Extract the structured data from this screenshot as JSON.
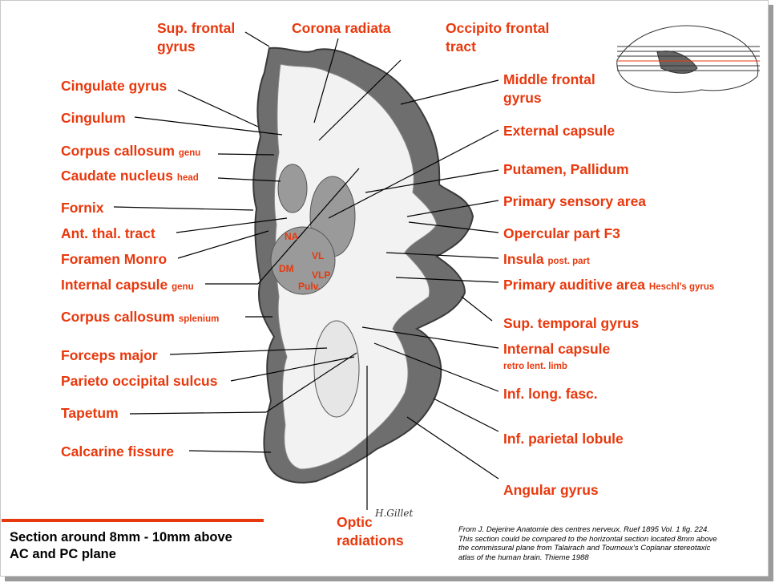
{
  "labels_left": [
    {
      "text": "Sup. frontal",
      "suffix": ""
    },
    {
      "text": "gyrus",
      "suffix": ""
    },
    {
      "text": "Cingulate gyrus",
      "suffix": ""
    },
    {
      "text": "Cingulum",
      "suffix": ""
    },
    {
      "text": "Corpus callosum",
      "suffix": "genu"
    },
    {
      "text": "Caudate nucleus",
      "suffix": "head"
    },
    {
      "text": "Fornix",
      "suffix": ""
    },
    {
      "text": "Ant. thal. tract",
      "suffix": ""
    },
    {
      "text": "Foramen Monro",
      "suffix": ""
    },
    {
      "text": "Internal capsule",
      "suffix": "genu"
    },
    {
      "text": "Corpus callosum",
      "suffix": "splenium"
    },
    {
      "text": "Forceps major",
      "suffix": ""
    },
    {
      "text": "Parieto occipital sulcus",
      "suffix": ""
    },
    {
      "text": "Tapetum",
      "suffix": ""
    },
    {
      "text": "Calcarine fissure",
      "suffix": ""
    }
  ],
  "labels_top": {
    "corona": "Corona radiata",
    "occipito_1": "Occipito frontal",
    "occipito_2": "tract"
  },
  "labels_right": [
    {
      "text": "Middle frontal",
      "suffix": ""
    },
    {
      "text": "gyrus",
      "suffix": ""
    },
    {
      "text": "External capsule",
      "suffix": ""
    },
    {
      "text": "Putamen, Pallidum",
      "suffix": ""
    },
    {
      "text": "Primary sensory area",
      "suffix": ""
    },
    {
      "text": "Opercular part F3",
      "suffix": ""
    },
    {
      "text": "Insula",
      "suffix": "post. part"
    },
    {
      "text": "Primary auditive area",
      "suffix": "Heschl’s gyrus"
    },
    {
      "text": "Sup. temporal gyrus",
      "suffix": ""
    },
    {
      "text": "Internal capsule",
      "suffix": ""
    },
    {
      "text": "retro lent. limb",
      "suffix": ""
    },
    {
      "text": "Inf. long. fasc.",
      "suffix": ""
    },
    {
      "text": "Inf. parietal lobule",
      "suffix": ""
    },
    {
      "text": "Angular  gyrus",
      "suffix": ""
    }
  ],
  "labels_bottom": {
    "optic_1": "Optic",
    "optic_2": "radiations"
  },
  "inner_labels": {
    "na": "NA",
    "vl": "VL",
    "dm": "DM",
    "vlp": "VLP",
    "pulv": "Pulv."
  },
  "caption": {
    "line1": "Section around 8mm - 10mm above",
    "line2": "AC and PC plane"
  },
  "source": {
    "line1": "From J. Dejerine Anatomie des centres nerveux. Ruef 1895 Vol. 1 fig. 224.",
    "line2": "This section could be compared to the horizontal section located 8mm above",
    "line3": "the commissural plane from Talairach and Tournoux’s Coplanar stereotaxic",
    "line4": "atlas of the human brain. Thieme 1988"
  },
  "signature": "H.Gillet",
  "colors": {
    "label": "#e8380d",
    "caption_bar": "#e8380d",
    "text": "#000000"
  }
}
